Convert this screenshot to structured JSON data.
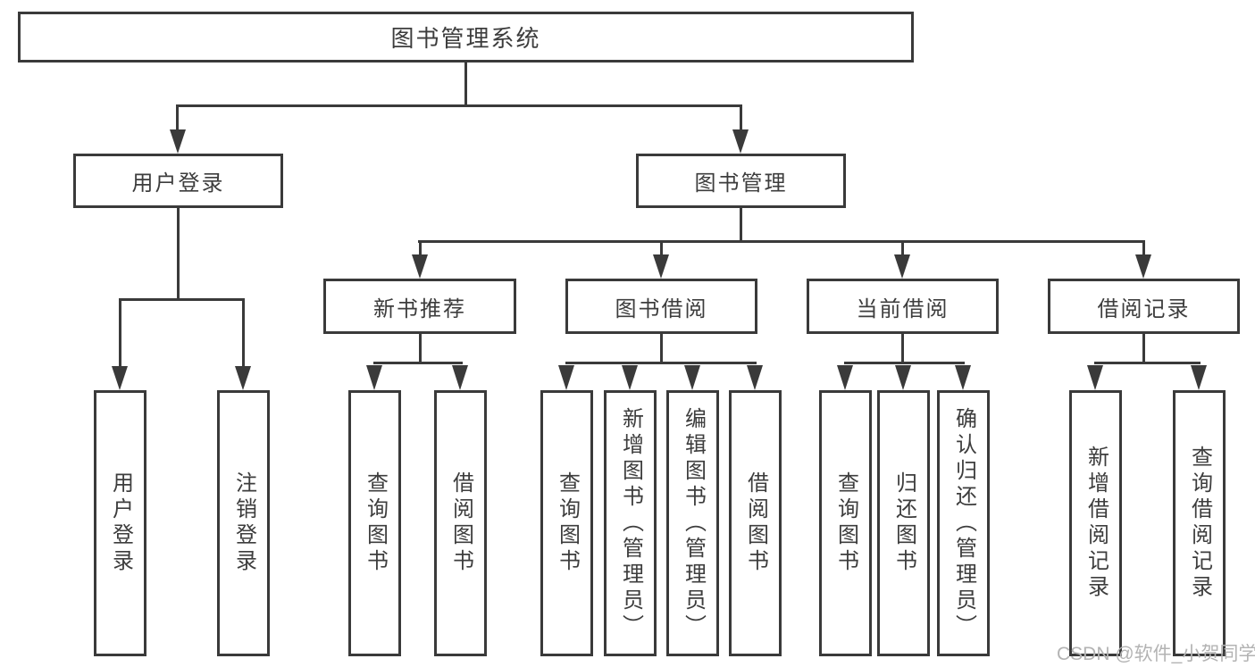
{
  "tree": {
    "root": {
      "label": "图书管理系统"
    },
    "branches": [
      {
        "label": "用户登录",
        "children": [
          "用户登录",
          "注销登录"
        ]
      },
      {
        "label": "图书管理",
        "children": [
          {
            "label": "新书推荐",
            "children": [
              "查询图书",
              "借阅图书"
            ]
          },
          {
            "label": "图书借阅",
            "children": [
              "查询图书",
              "新增图书（管理员）",
              "编辑图书（管理员）",
              "借阅图书"
            ]
          },
          {
            "label": "当前借阅",
            "children": [
              "查询图书",
              "归还图书",
              "确认归还（管理员）"
            ]
          },
          {
            "label": "借阅记录",
            "children": [
              "新增借阅记录",
              "查询借阅记录"
            ]
          }
        ]
      }
    ]
  },
  "watermark": {
    "text": "CSDN @软件_小贺同学"
  },
  "colors": {
    "line": "#3a3a3a",
    "text": "#3d3d3d",
    "watermark": "#b3b3b3",
    "background": "#ffffff"
  }
}
